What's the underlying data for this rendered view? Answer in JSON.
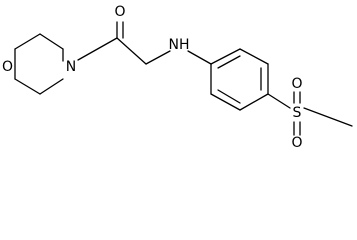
{
  "molecule": {
    "atoms": {
      "morpholine_oxygen": "O",
      "morpholine_nitrogen": "N",
      "carbonyl_oxygen": "O",
      "amine": "NH",
      "sulfur": "S",
      "sulfonyl_oxygen_top": "O",
      "sulfonyl_oxygen_bottom": "O"
    },
    "colors": {
      "ink": "#000000",
      "background": "#ffffff"
    }
  }
}
